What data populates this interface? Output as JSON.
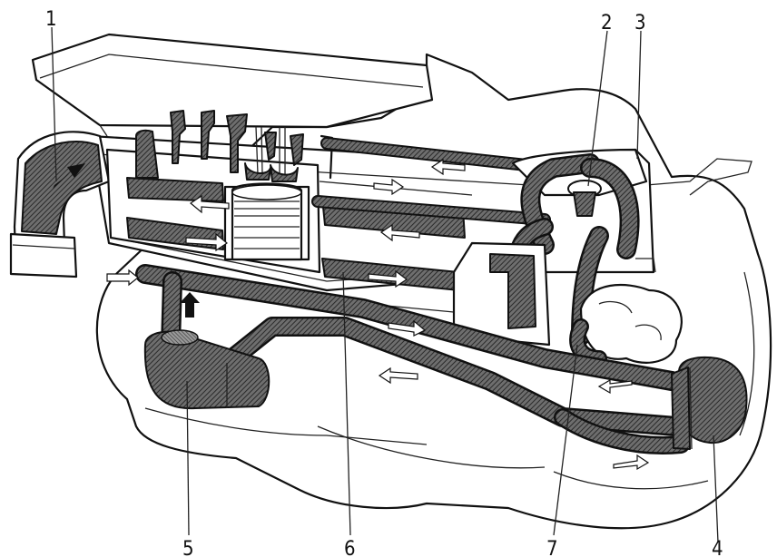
{
  "labels": {
    "n1": "1",
    "n2": "2",
    "n3": "3",
    "n4": "4",
    "n5": "5",
    "n6": "6",
    "n7": "7"
  },
  "colors": {
    "line": "#111111",
    "hatch_dark": "#3a3a3a",
    "hatch_light": "#8a8a8a",
    "background": "#ffffff"
  }
}
